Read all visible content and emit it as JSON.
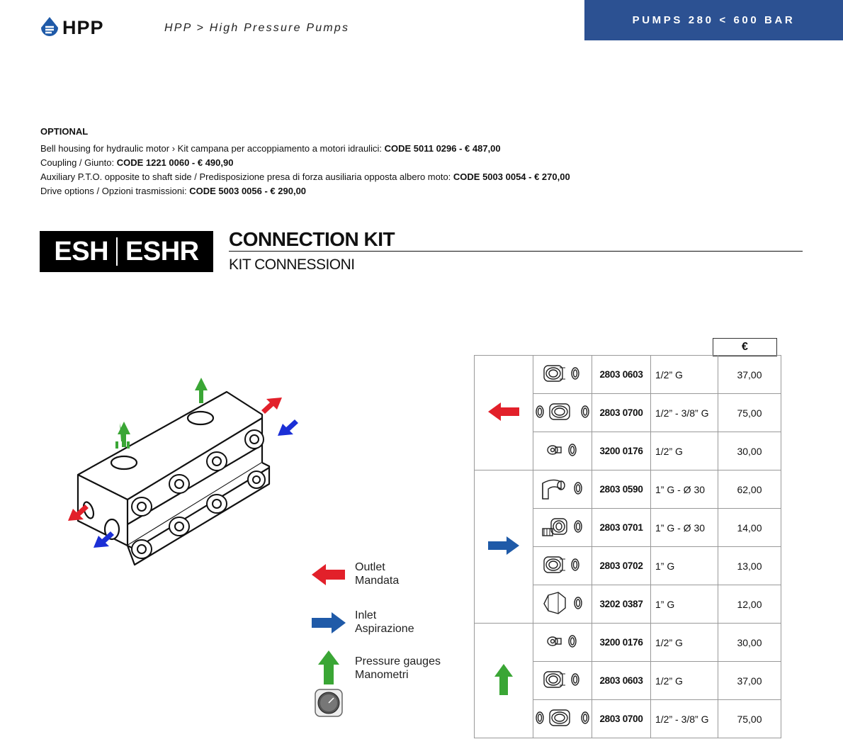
{
  "header": {
    "brand": "HPP",
    "breadcrumb": "HPP > High Pressure Pumps",
    "band": "PUMPS 280 < 600 BAR"
  },
  "optional": {
    "title": "OPTIONAL",
    "lines": [
      {
        "text": "Bell housing for hydraulic motor › Kit campana per accoppiamento a motori idraulici: ",
        "bold": "CODE 5011 0296 - € 487,00"
      },
      {
        "text": "Coupling / Giunto: ",
        "bold": "CODE 1221 0060 - € 490,90"
      },
      {
        "text": "Auxiliary P.T.O. opposite to shaft side / Predisposizione presa di forza ausiliaria opposta albero moto: ",
        "bold": "CODE 5003 0054 - € 270,00"
      },
      {
        "text": "Drive options / Opzioni trasmissioni: ",
        "bold": "CODE 5003 0056 - € 290,00"
      }
    ]
  },
  "badge": {
    "left": "ESH",
    "right": "ESHR"
  },
  "section": {
    "title": "CONNECTION KIT",
    "subtitle": "KIT CONNESSIONI"
  },
  "legend": {
    "outlet": {
      "line1": "Outlet",
      "line2": "Mandata",
      "color": "#e2202a"
    },
    "inlet": {
      "line1": "Inlet",
      "line2": "Aspirazione",
      "color": "#1f5aa8"
    },
    "gauges": {
      "line1": "Pressure gauges",
      "line2": "Manometri",
      "color": "#3aa635"
    }
  },
  "table": {
    "currency": "€",
    "groups": [
      {
        "arrow": "outlet-arrow-icon",
        "rows": [
          {
            "icon": "nipple-pair-icon",
            "code": "2803 0603",
            "size": "1/2” G",
            "price": "37,00"
          },
          {
            "icon": "reducer-with-seals-icon",
            "code": "2803 0700",
            "size": "1/2” - 3/8” G",
            "price": "75,00"
          },
          {
            "icon": "small-plug-icon",
            "code": "3200 0176",
            "size": "1/2” G",
            "price": "30,00"
          }
        ]
      },
      {
        "arrow": "inlet-arrow-icon",
        "rows": [
          {
            "icon": "elbow-hose-fitting-icon",
            "code": "2803 0590",
            "size": "1” G - Ø 30",
            "price": "62,00"
          },
          {
            "icon": "hose-barb-fitting-icon",
            "code": "2803 0701",
            "size": "1” G - Ø 30",
            "price": "14,00"
          },
          {
            "icon": "nipple-pair-icon",
            "code": "2803 0702",
            "size": "1” G",
            "price": "13,00"
          },
          {
            "icon": "hex-plug-icon",
            "code": "3202 0387",
            "size": "1” G",
            "price": "12,00"
          }
        ]
      },
      {
        "arrow": "gauge-arrow-icon",
        "rows": [
          {
            "icon": "small-plug-icon",
            "code": "3200 0176",
            "size": "1/2” G",
            "price": "30,00"
          },
          {
            "icon": "nipple-pair-icon",
            "code": "2803 0603",
            "size": "1/2” G",
            "price": "37,00"
          },
          {
            "icon": "reducer-with-seals-icon",
            "code": "2803 0700",
            "size": "1/2” - 3/8” G",
            "price": "75,00"
          }
        ]
      }
    ]
  }
}
